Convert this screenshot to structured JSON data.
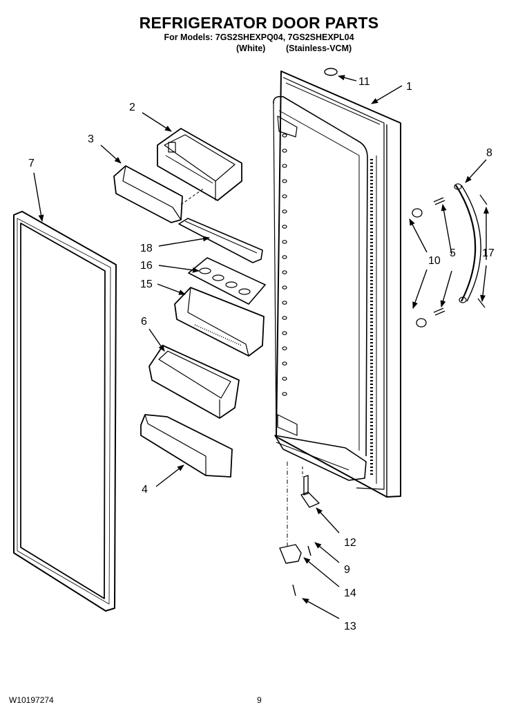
{
  "header": {
    "title": "REFRIGERATOR DOOR PARTS",
    "models": "For Models: 7GS2SHEXPQ04, 7GS2SHEXPL04",
    "variant_1": "(White)",
    "variant_2": "(Stainless-VCM)"
  },
  "callouts": {
    "c1": "1",
    "c2": "2",
    "c3": "3",
    "c4": "4",
    "c5": "5",
    "c6": "6",
    "c7": "7",
    "c8": "8",
    "c9": "9",
    "c10": "10",
    "c11": "11",
    "c12": "12",
    "c13": "13",
    "c14": "14",
    "c15": "15",
    "c16": "16",
    "c17": "17",
    "c18": "18"
  },
  "footer": {
    "doc_number": "W10197274",
    "page_number": "9"
  }
}
